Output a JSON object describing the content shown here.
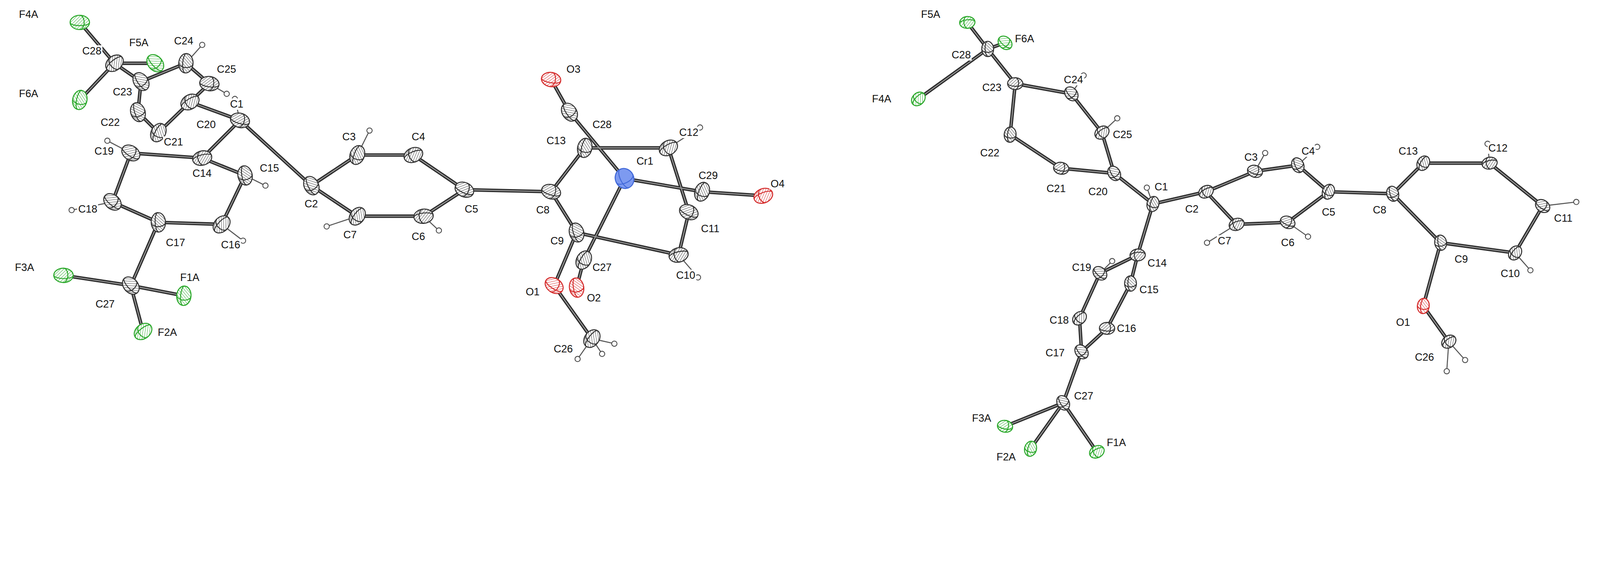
{
  "diagram": {
    "labels": [
      "F4A",
      "F5A",
      "C24",
      "C28",
      "C25",
      "C23",
      "F6A",
      "C20",
      "C1",
      "C2",
      "C3",
      "C4",
      "C5",
      "C22",
      "C21",
      "C14",
      "C19",
      "C15",
      "C7",
      "C6",
      "C18",
      "C17",
      "C16",
      "F3A",
      "C27",
      "F1A",
      "F2A",
      "O3",
      "C28",
      "C13",
      "C12",
      "C8",
      "Cr1",
      "C29",
      "O4",
      "C11",
      "C9",
      "C27",
      "C10",
      "O1",
      "O2",
      "C26",
      "F5A",
      "F6A",
      "C28",
      "F4A",
      "C23",
      "C24",
      "C22",
      "C25",
      "C21",
      "C20",
      "C1",
      "C2",
      "C3",
      "C4",
      "C5",
      "C7",
      "C6",
      "C8",
      "C13",
      "C12",
      "C11",
      "C9",
      "C10",
      "C14",
      "C19",
      "C15",
      "C18",
      "C16",
      "C17",
      "O1",
      "C26",
      "F3A",
      "C27",
      "F2A",
      "F1A"
    ]
  }
}
